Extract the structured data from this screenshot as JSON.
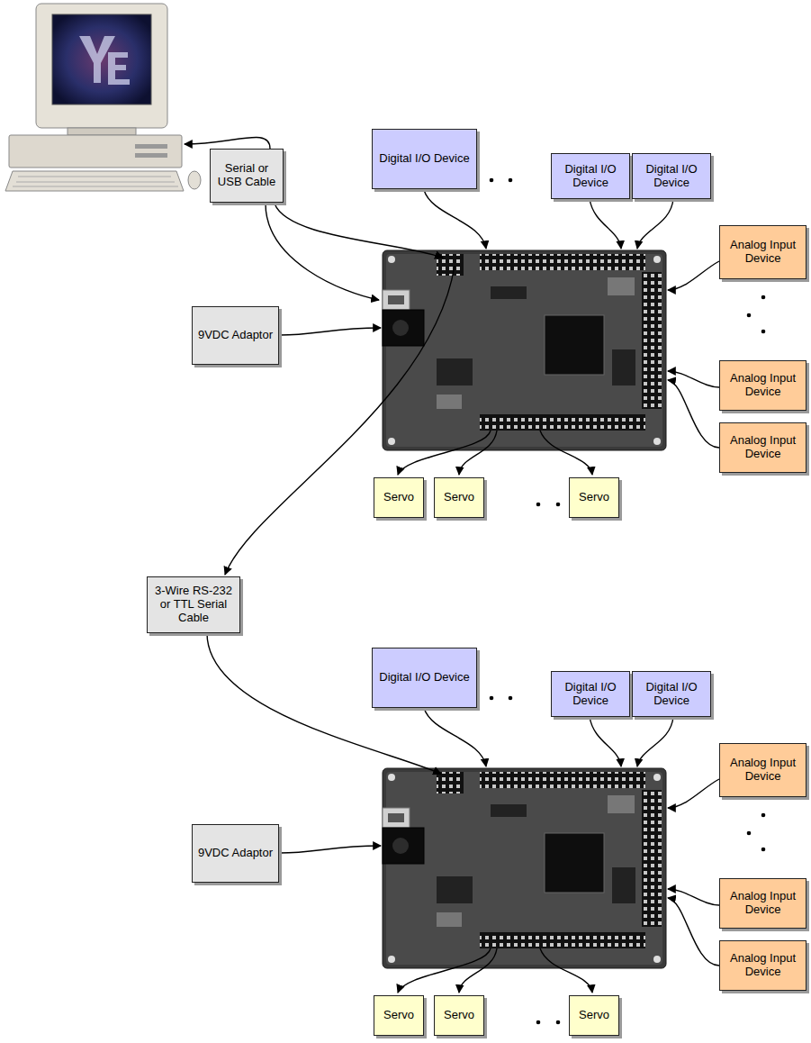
{
  "diagram": {
    "nodes": [
      {
        "text": [
          "Digital I/O Device"
        ]
      },
      {
        "text": [
          "Serial or USB Cable"
        ]
      },
      {
        "text": [
          "Digital I/O Device"
        ]
      },
      {
        "text": [
          "Digital I/O Device"
        ]
      },
      {
        "text": [
          "Analog Input Device"
        ]
      },
      {
        "text": [
          "9VDC Adaptor"
        ]
      },
      {
        "text": [
          "Analog Input Device"
        ]
      },
      {
        "text": [
          "Analog Input Device"
        ]
      },
      {
        "text": [
          "Servo"
        ]
      },
      {
        "text": [
          "Servo"
        ]
      },
      {
        "text": [
          "Servo"
        ]
      },
      {
        "text": [
          "3-Wire RS-232 or TTL Serial Cable"
        ]
      },
      {
        "text": [
          "Digital I/O Device"
        ]
      },
      {
        "text": [
          "Digital I/O Device"
        ]
      },
      {
        "text": [
          "Digital I/O Device"
        ]
      },
      {
        "text": [
          "Analog Input Device"
        ]
      },
      {
        "text": [
          "9VDC Adaptor"
        ]
      },
      {
        "text": [
          "Analog Input Device"
        ]
      },
      {
        "text": [
          "Analog Input Device"
        ]
      },
      {
        "text": [
          "Servo"
        ]
      },
      {
        "text": [
          "Servo"
        ]
      },
      {
        "text": [
          "Servo"
        ]
      }
    ]
  }
}
